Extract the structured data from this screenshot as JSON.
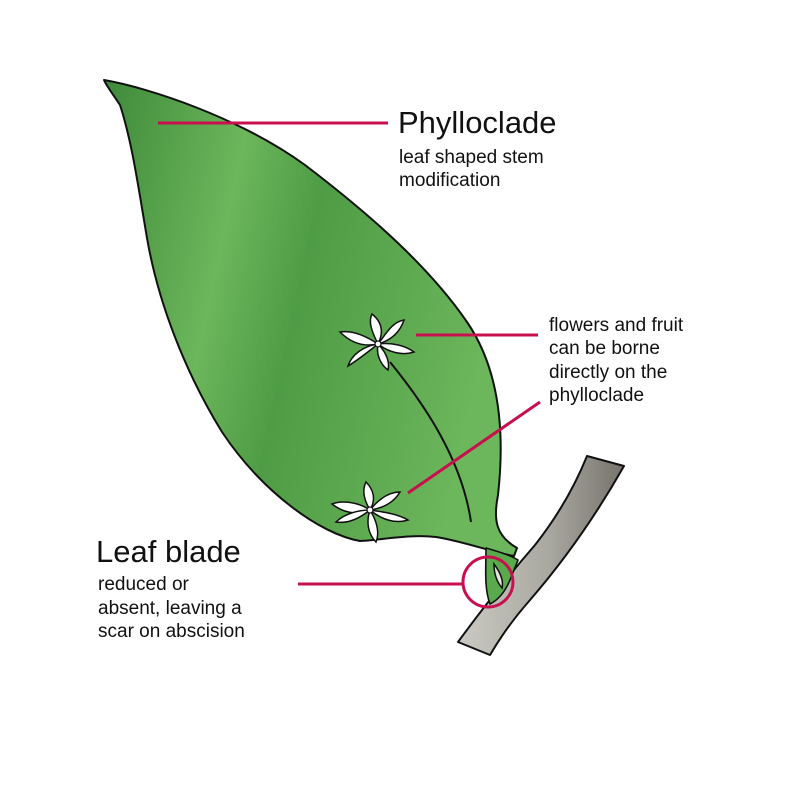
{
  "diagram": {
    "labels": {
      "phylloclade": {
        "title": "Phylloclade",
        "desc_lines": [
          "leaf shaped stem",
          "modification"
        ]
      },
      "flowers": {
        "desc_lines": [
          "flowers and fruit",
          "can be borne",
          "directly on the",
          "phylloclade"
        ]
      },
      "leaf_blade": {
        "title": "Leaf blade",
        "desc_lines": [
          "reduced or",
          "absent, leaving a",
          "scar on abscision"
        ]
      }
    },
    "colors": {
      "leaf_light": "#6cb65b",
      "leaf_dark": "#3f8a3a",
      "stem_light": "#cbcac3",
      "stem_dark": "#75736c",
      "flower": "#ffffff",
      "outline": "#111111",
      "callout": "#c8104f"
    }
  }
}
